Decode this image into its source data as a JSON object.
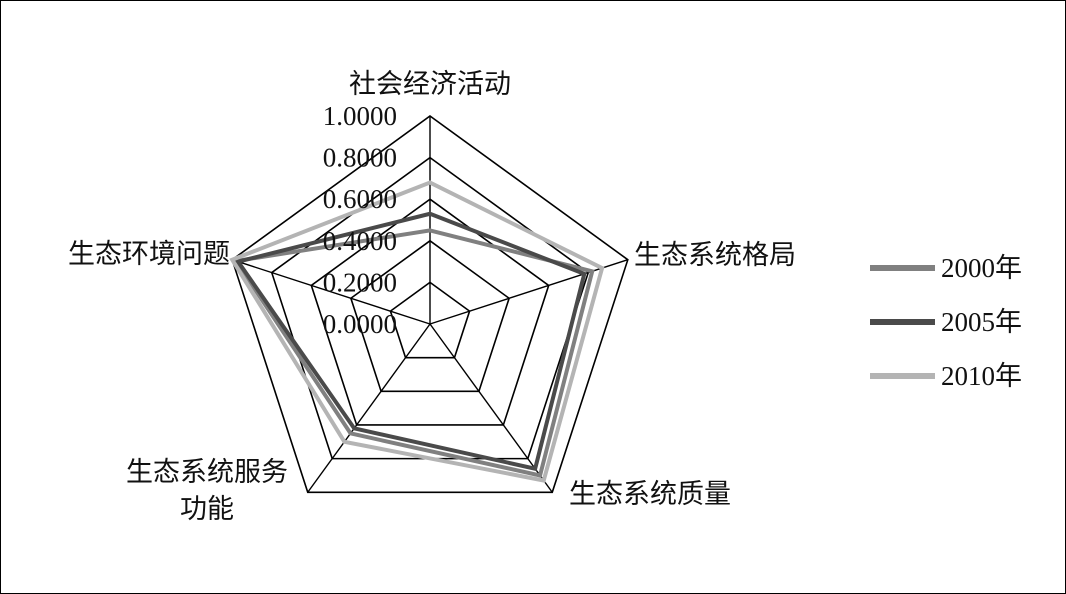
{
  "chart_data": {
    "type": "radar",
    "title": "",
    "axes": [
      "社会经济活动",
      "生态系统格局",
      "生态系统质量",
      "生态系统服务\n功能",
      "生态环境问题"
    ],
    "tick_labels": [
      "0.0000",
      "0.2000",
      "0.4000",
      "0.6000",
      "0.8000",
      "1.0000"
    ],
    "range": [
      0,
      1
    ],
    "grid_levels": 5,
    "legend_position": "right",
    "series": [
      {
        "name": "2000年",
        "color": "#808080",
        "values": [
          0.45,
          0.82,
          0.9,
          0.65,
          0.98
        ]
      },
      {
        "name": "2005年",
        "color": "#4a4a4a",
        "values": [
          0.53,
          0.78,
          0.86,
          0.62,
          0.97
        ]
      },
      {
        "name": "2010年",
        "color": "#b4b4b4",
        "values": [
          0.68,
          0.87,
          0.93,
          0.7,
          1.0
        ]
      }
    ]
  }
}
